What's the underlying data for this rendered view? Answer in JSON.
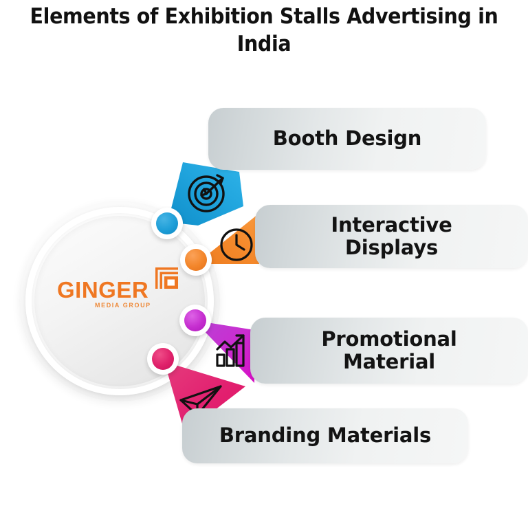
{
  "title": "Elements of Exhibition Stalls Advertising in India",
  "brand": {
    "name": "GINGER",
    "tagline": "MEDIA GROUP",
    "color": "#ef7722",
    "mark_icon": "ginger-logo-mark-icon"
  },
  "background_color": "#ffffff",
  "title_color": "#111111",
  "items": [
    {
      "index": 1,
      "label": "Booth Design",
      "icon": "target-arrow-icon",
      "color": "#1f9fd8",
      "color_dark": "#0f84c4",
      "dot_color": "#1f9fd8"
    },
    {
      "index": 2,
      "label": "Interactive\nDisplays",
      "icon": "clock-icon",
      "color": "#f3862b",
      "color_dark": "#e8701a",
      "dot_color": "#f3862b"
    },
    {
      "index": 3,
      "label": "Promotional\nMaterial",
      "icon": "growth-bar-chart-icon",
      "color": "#c62fd0",
      "color_dark": "#d017c7",
      "dot_color": "#c62fd0"
    },
    {
      "index": 4,
      "label": "Branding Materials",
      "icon": "paper-plane-icon",
      "color": "#e0226b",
      "color_dark": "#e81a63",
      "dot_color": "#e0226b"
    }
  ],
  "label_box": {
    "gradient_from": "#c7ced1",
    "gradient_to": "#f5f6f6"
  }
}
